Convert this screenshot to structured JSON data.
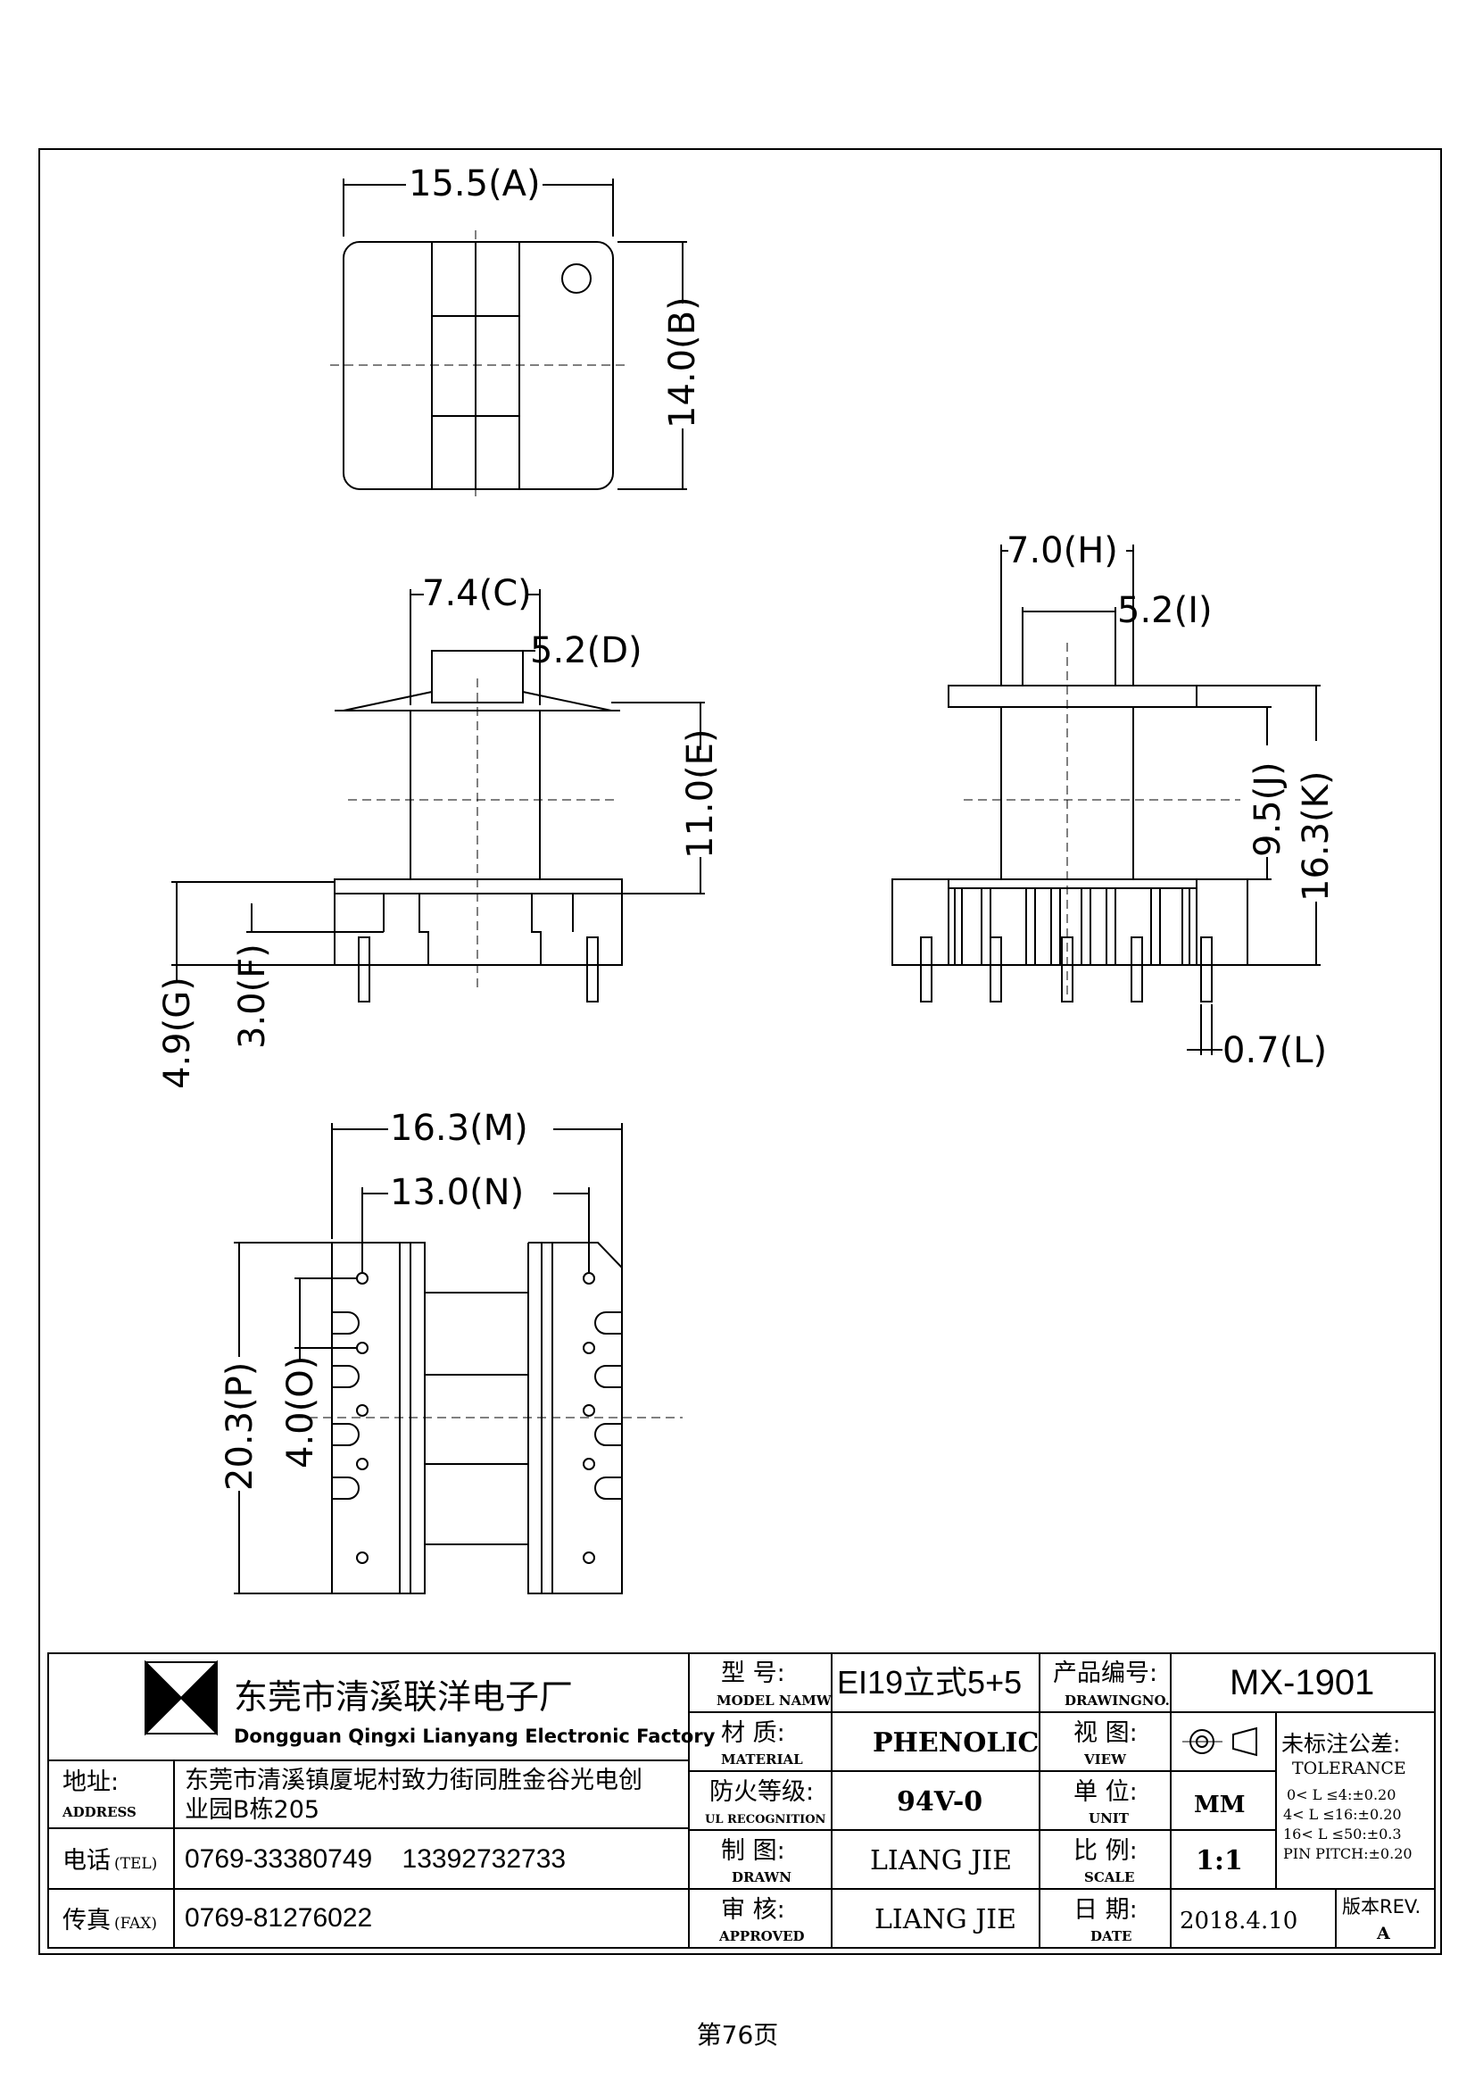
{
  "dimensions": {
    "A": "15.5(A)",
    "B": "14.0(B)",
    "C": "7.4(C)",
    "D": "5.2(D)",
    "E": "11.0(E)",
    "F": "3.0(F)",
    "G": "4.9(G)",
    "H": "7.0(H)",
    "I": "5.2(I)",
    "J": "9.5(J)",
    "K": "16.3(K)",
    "L": "0.7(L)",
    "M": "16.3(M)",
    "N": "13.0(N)",
    "O": "4.0(O)",
    "P": "20.3(P)"
  },
  "title_block": {
    "company_cn": "东莞市清溪联洋电子厂",
    "company_en": "Dongguan Qingxi Lianyang Electronic Factory",
    "address_label_cn": "地址:",
    "address_label_en": "ADDRESS",
    "address_line1": "东莞市清溪镇厦坭村致力街同胜金谷光电创",
    "address_line2": "业园B栋205",
    "tel_label_cn": "电话",
    "tel_label_en": "(TEL)",
    "tel_value": "0769-33380749    13392732733",
    "fax_label_cn": "传真",
    "fax_label_en": "(FAX)",
    "fax_value": "0769-81276022",
    "model_label_cn": "型 号:",
    "model_label_en": "MODEL NAMW",
    "model_value": "EI19立式5+5",
    "drawing_no_label_cn": "产品编号:",
    "drawing_no_label_en": "DRAWINGNO.",
    "drawing_no_value": "MX-1901",
    "material_label_cn": "材 质:",
    "material_label_en": "MATERIAL",
    "material_value": "PHENOLIC",
    "view_label_cn": "视 图:",
    "view_label_en": "VIEW",
    "ul_label_cn": "防火等级:",
    "ul_label_en": "UL RECOGNITION",
    "ul_value": "94V-0",
    "unit_label_cn": "单 位:",
    "unit_label_en": "UNIT",
    "unit_value": "MM",
    "drawn_label_cn": "制 图:",
    "drawn_label_en": "DRAWN",
    "drawn_value": "LIANG JIE",
    "scale_label_cn": "比 例:",
    "scale_label_en": "SCALE",
    "scale_value": "1:1",
    "approved_label_cn": "审 核:",
    "approved_label_en": "APPROVED",
    "approved_value": "LIANG JIE",
    "date_label_cn": "日 期:",
    "date_label_en": "DATE",
    "date_value": "2018.4.10",
    "rev_label": "版本REV.",
    "rev_value": "A",
    "tolerance_title_cn": "未标注公差:",
    "tolerance_title_en": "TOLERANCE",
    "tolerance_lines": [
      "0< L ≤4:±0.20",
      "4< L ≤16:±0.20",
      "16< L ≤50:±0.3",
      "PIN PITCH:±0.20"
    ]
  },
  "page_number": "第76页"
}
